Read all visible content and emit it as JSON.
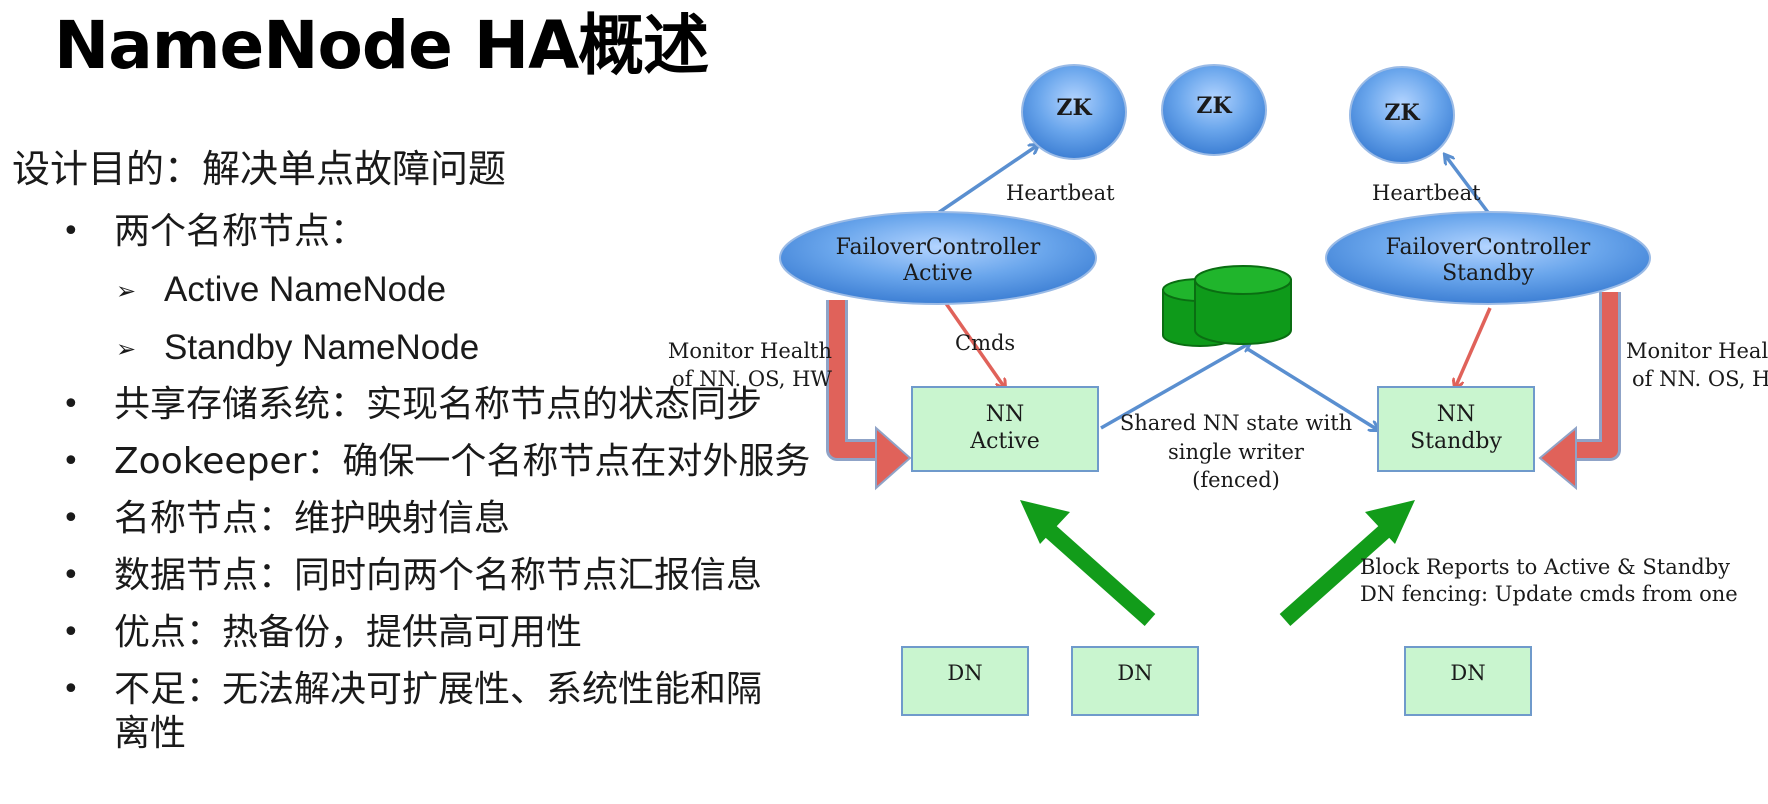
{
  "title": "NameNode HA概述",
  "goal": "设计目的：解决单点故障问题",
  "items": [
    {
      "text": "两个名称节点：",
      "subs": [
        "Active NameNode",
        "Standby NameNode"
      ]
    },
    {
      "text": "共享存储系统：实现名称节点的状态同步"
    },
    {
      "text": "Zookeeper：确保一个名称节点在对外服务"
    },
    {
      "text": "名称节点：维护映射信息"
    },
    {
      "text": "数据节点：同时向两个名称节点汇报信息"
    },
    {
      "text": "优点：热备份，提供高可用性"
    },
    {
      "text": "不足：无法解决可扩展性、系统性能和隔离性"
    }
  ],
  "diagram": {
    "zk": [
      "ZK",
      "ZK",
      "ZK"
    ],
    "heartbeat_left": "Heartbeat",
    "heartbeat_right": "Heartbeat",
    "fc_active": [
      "FailoverController",
      "Active"
    ],
    "fc_standby": [
      "FailoverController",
      "Standby"
    ],
    "cmds": "Cmds",
    "monitor_left": [
      "Monitor Health",
      "of NN. OS, HW"
    ],
    "monitor_right": [
      "Monitor Health",
      "of NN. OS, HW"
    ],
    "nn_active": [
      "NN",
      "Active"
    ],
    "nn_standby": [
      "NN",
      "Standby"
    ],
    "shared": [
      "Shared NN state with",
      "single writer",
      "(fenced)"
    ],
    "block_reports": [
      "Block Reports to Active & Standby",
      "DN fencing: Update cmds from one"
    ],
    "dn": [
      "DN",
      "DN",
      "DN"
    ]
  },
  "colors": {
    "ellipse": "#5b9be8",
    "box_fill": "#c9f5cf",
    "red_arrow": "#e0625a",
    "green_arrow": "#129c1a",
    "blue_arrow": "#5a8fd0",
    "db": "#0e9a1a"
  }
}
